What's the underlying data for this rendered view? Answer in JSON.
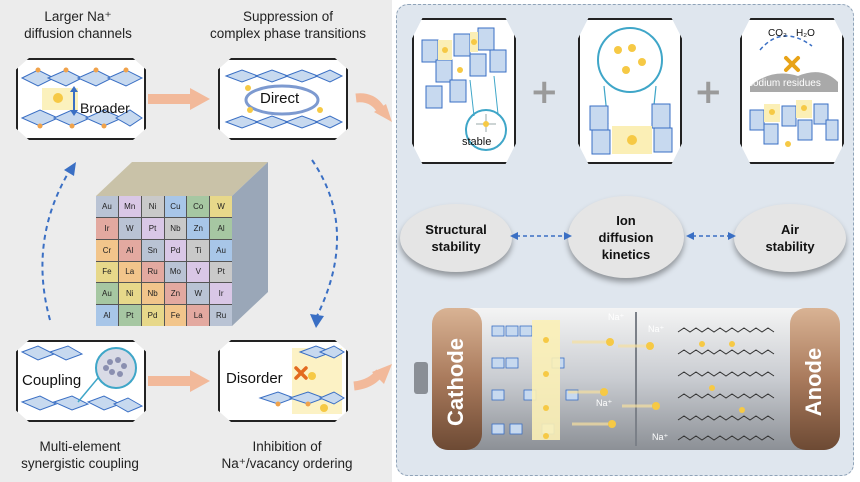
{
  "captions": {
    "larger_channels": [
      "Larger Na⁺",
      "diffusion channels"
    ],
    "suppression": [
      "Suppression of",
      "complex phase transitions"
    ],
    "multi_element": [
      "Multi-element",
      "synergistic coupling"
    ],
    "inhibition": [
      "Inhibition of",
      "Na⁺/vacancy ordering"
    ]
  },
  "labels": {
    "broader": "Broader",
    "direct": "Direct",
    "coupling": "Coupling",
    "disorder": "Disorder",
    "stable": "stable",
    "co2": "CO₂",
    "h2o": "H₂O",
    "sodium_residues": "sodium residues",
    "na_plus": "Na⁺",
    "cathode": "Cathode",
    "anode": "Anode"
  },
  "properties": [
    [
      "Structural",
      "stability"
    ],
    [
      "Ion",
      "diffusion",
      "kinetics"
    ],
    [
      "Air",
      "stability"
    ]
  ],
  "cube_front": [
    [
      "Au",
      "Mn",
      "Ni",
      "Cu",
      "Co",
      "W"
    ],
    [
      "Ir",
      "W",
      "Pt",
      "Nb",
      "Zn",
      "Al"
    ],
    [
      "Cr",
      "Al",
      "Sn",
      "Pd",
      "Ti",
      "Au"
    ],
    [
      "Fe",
      "La",
      "Ru",
      "Mo",
      "V",
      "Pt"
    ],
    [
      "Au",
      "Ni",
      "Nb",
      "Zn",
      "W",
      "Ir"
    ],
    [
      "Al",
      "Pt",
      "Pd",
      "Fe",
      "La",
      "Ru"
    ]
  ],
  "colors": {
    "arrow": "#f2b99a",
    "dashed_arrow": "#3a6fc4",
    "sodium": "#f6c945",
    "orange_atom": "#f0a24a",
    "cathode_bar": "#a97a5c"
  }
}
